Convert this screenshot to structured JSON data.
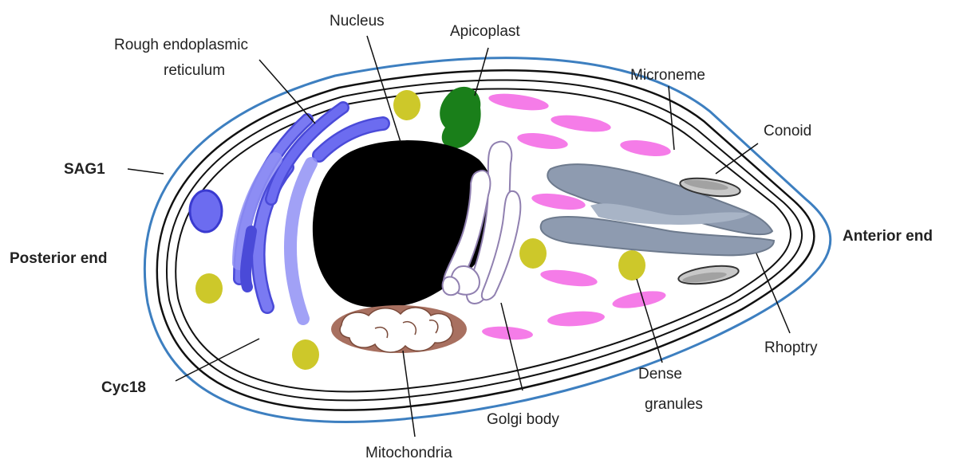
{
  "diagram": {
    "labels": {
      "nucleus": "Nucleus",
      "apicoplast": "Apicoplast",
      "rer_line1": "Rough endoplasmic",
      "rer_line2": "reticulum",
      "microneme": "Microneme",
      "conoid": "Conoid",
      "sag1": "SAG1",
      "posterior_end": "Posterior end",
      "anterior_end": "Anterior end",
      "rhoptry": "Rhoptry",
      "dense_line1": "Dense",
      "dense_line2": "granules",
      "golgi": "Golgi body",
      "cyc18": "Cyc18",
      "mitochondria": "Mitochondria"
    },
    "colors": {
      "outer_membrane": "#3d7fc0",
      "er": "#6f6ff0",
      "er_dark": "#4a4ad8",
      "apicoplast": "#1a7f1a",
      "microneme": "#f57ce8",
      "dense_granule": "#cdc82a",
      "rhoptry": "#8e9bb0",
      "conoid": "#a0a0a0",
      "mitochondria": "#a87060",
      "nucleus": "#000000"
    }
  }
}
